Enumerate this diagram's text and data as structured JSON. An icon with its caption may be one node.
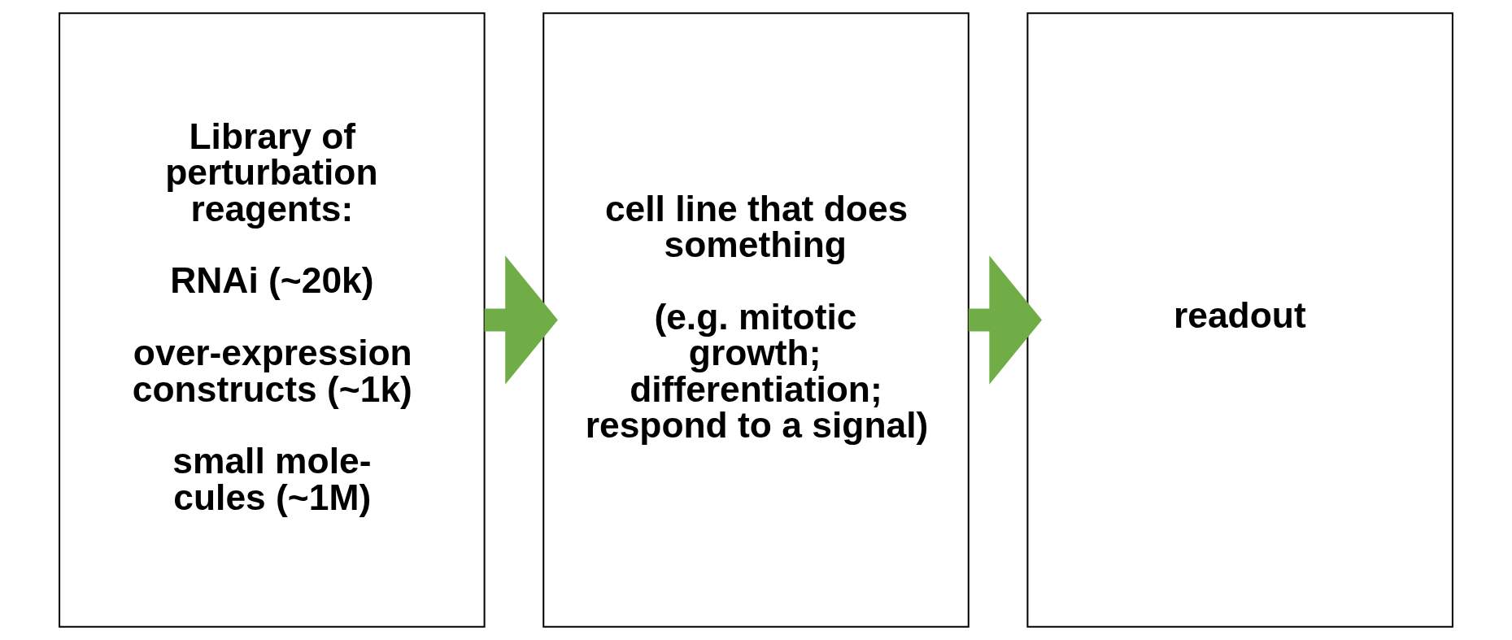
{
  "diagram": {
    "nodes": [
      {
        "text": [
          "Library of perturbation reagents:",
          "RNAi (~20k)",
          "over-expression constructs (~1k)",
          "small mole- cules (~1M)"
        ]
      },
      {
        "text": [
          "cell line that does something",
          "(e.g. mitotic growth; differentiation; respond to a signal)"
        ]
      },
      {
        "text": [
          "readout"
        ]
      }
    ],
    "edges": [
      {
        "from": 0,
        "to": 1,
        "arrow": "to"
      },
      {
        "from": 1,
        "to": 2,
        "arrow": "to"
      }
    ]
  }
}
